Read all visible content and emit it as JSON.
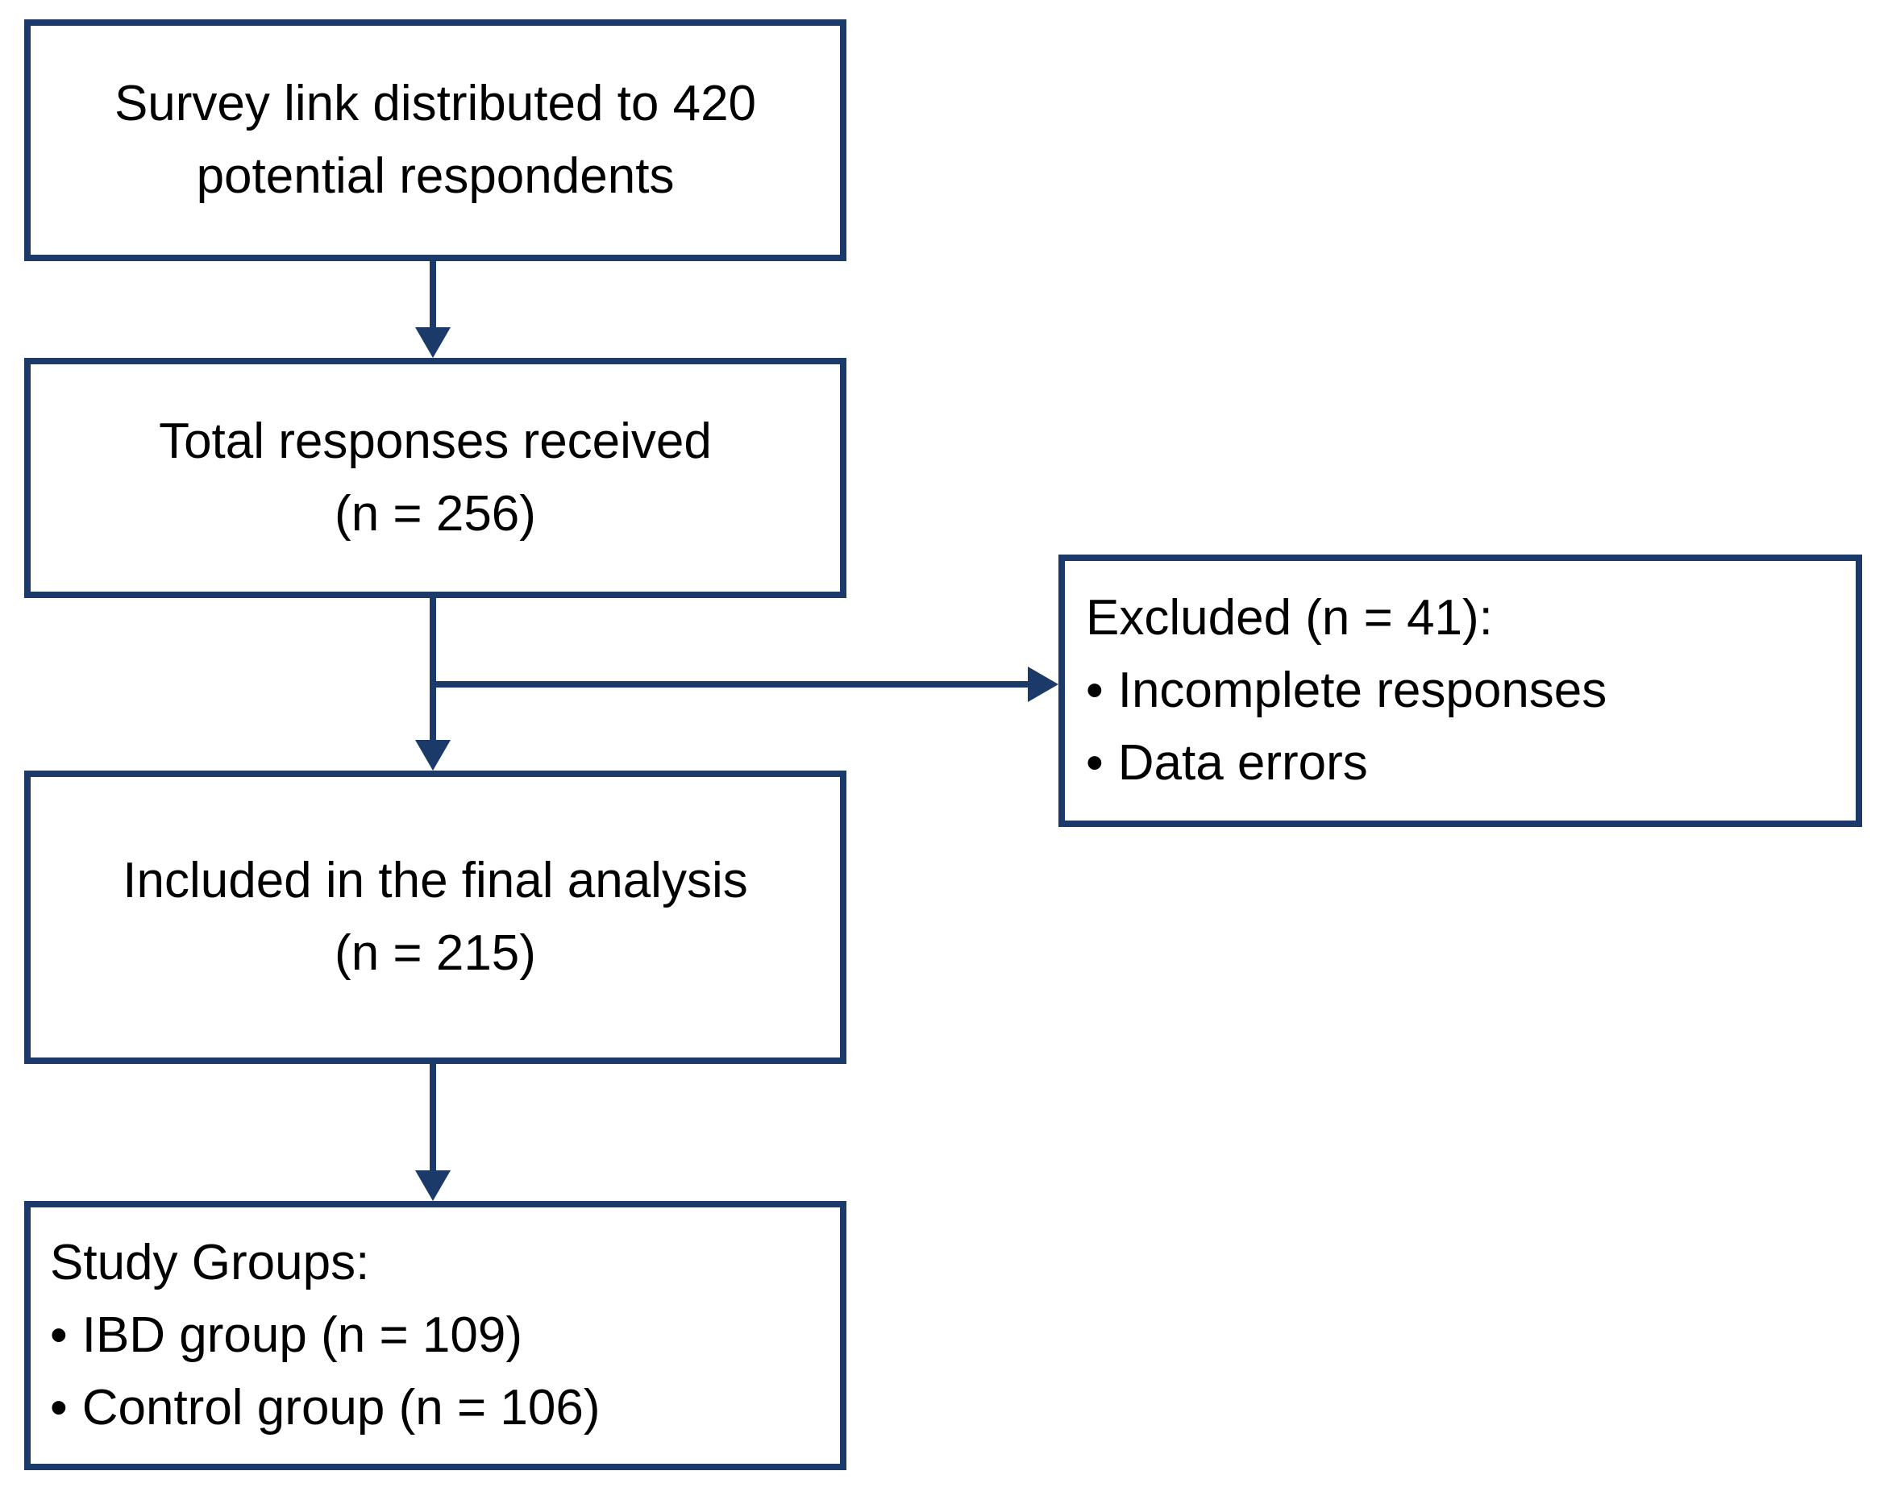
{
  "colors": {
    "line_navy": "#1c3a69",
    "text_black": "#000000",
    "background": "#ffffff"
  },
  "boxes": {
    "survey": {
      "line1": "Survey link distributed to 420",
      "line2": "potential respondents"
    },
    "responses": {
      "line1": "Total responses received",
      "line2": "(n = 256)"
    },
    "excluded": {
      "title": "Excluded (n = 41):",
      "bullet": "•",
      "items": [
        "Incomplete responses",
        "Data errors"
      ]
    },
    "included": {
      "line1": "Included in the final analysis",
      "line2": "(n = 215)"
    },
    "groups": {
      "title": "Study Groups:",
      "bullet": "•",
      "items": [
        "IBD group (n = 109)",
        "Control group (n = 106)"
      ]
    }
  }
}
